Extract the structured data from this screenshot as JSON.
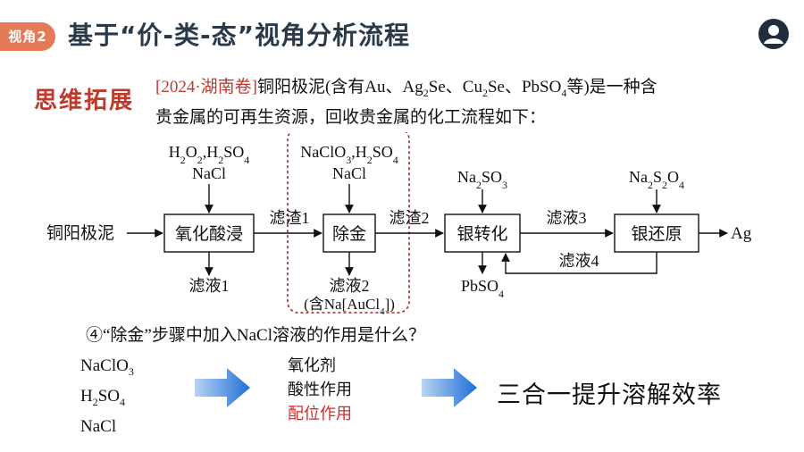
{
  "header": {
    "tag": "视角2",
    "title": "基于“价-类-态”视角分析流程"
  },
  "sub_heading": "思维拓展",
  "problem": {
    "source": "[2024·湖南卷]",
    "text_1": "铜阳极泥(含有Au、Ag",
    "ag2se_sub": "2",
    "text_2": "Se、Cu",
    "cu2se_sub": "2",
    "text_3": "Se、PbSO",
    "pbso4_sub": "4",
    "text_4": "等)是一种含",
    "line_2": "贵金属的可再生资源，回收贵金属的化工流程如下："
  },
  "flow": {
    "start": "铜阳极泥",
    "box_1": "氧化酸浸",
    "box_2": "除金",
    "box_3": "银转化",
    "box_4": "银还原",
    "end": "Ag",
    "reagent_1_line1": "H2O2,H2SO4",
    "reagent_1_line2": "NaCl",
    "reagent_2_line1": "NaClO3,H2SO4",
    "reagent_2_line2": "NaCl",
    "reagent_3": "Na2SO3",
    "reagent_4": "Na2S2O4",
    "arrow_1_label": "滤渣1",
    "arrow_2_label": "滤渣2",
    "arrow_3_label": "滤液3",
    "return_label": "滤液4",
    "out_1": "滤液1",
    "out_2_line1": "滤液2",
    "out_2_line2": "(含Na[AuCl4])",
    "out_3": "PbSO4"
  },
  "question": "④“除金”步骤中加入NaCl溶液的作用是什么？",
  "reagents": [
    "NaClO3",
    "H2SO4",
    "NaCl"
  ],
  "roles": [
    {
      "text": "氧化剂",
      "highlight": false
    },
    {
      "text": "酸性作用",
      "highlight": false
    },
    {
      "text": "配位作用",
      "highlight": true
    }
  ],
  "conclusion": "三合一提升溶解效率",
  "colors": {
    "tag": "#e47a56",
    "accent_red": "#c0392b",
    "highlight_red": "#d62828",
    "dashed_box": "#a82020",
    "arrow_blue": "#1f6fd8"
  }
}
